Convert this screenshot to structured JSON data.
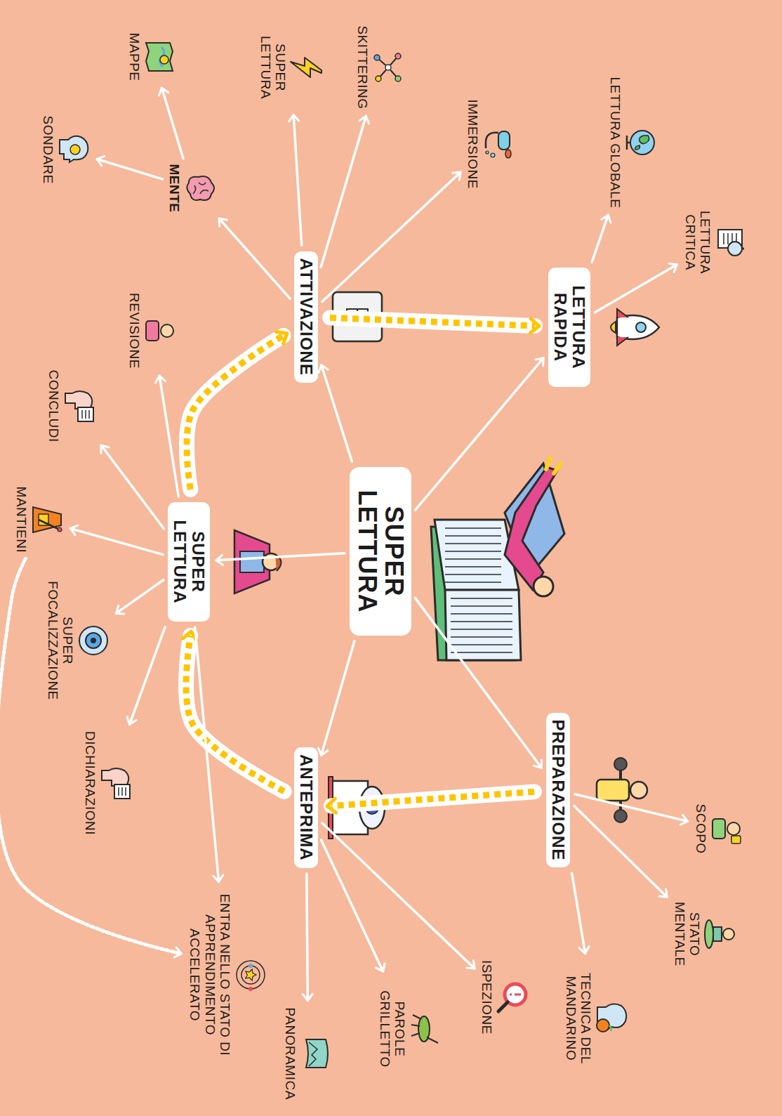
{
  "diagram": {
    "nodes": [
      {
        "text": [
          "SUPER LETTURA"
        ]
      },
      {
        "text": [
          "LETTURA RAPIDA"
        ]
      },
      {
        "text": [
          "LETTURA GLOBALE"
        ]
      },
      {
        "text": [
          "LETTURA CRITICA"
        ]
      },
      {
        "text": [
          "ATTIVAZIONE"
        ]
      },
      {
        "text": [
          "IMMERSIONE"
        ]
      },
      {
        "text": [
          "SKITTERING"
        ]
      },
      {
        "text": [
          "SUPER LETTURA"
        ]
      },
      {
        "text": [
          "MENTE"
        ]
      },
      {
        "text": [
          "MAPPE"
        ]
      },
      {
        "text": [
          "SONDARE"
        ]
      },
      {
        "text": [
          "SUPER LETTURA"
        ]
      },
      {
        "text": [
          "REVISIONE"
        ]
      },
      {
        "text": [
          "CONCLUDI"
        ]
      },
      {
        "text": [
          "MANTIENI"
        ]
      },
      {
        "text": [
          "SUPER FOCALIZZAZIONE"
        ]
      },
      {
        "text": [
          "DICHIARAZIONI"
        ]
      },
      {
        "text": [
          "ENTRA NELLO STATO DI APPRENDIMENTO ACCELERATO"
        ]
      },
      {
        "text": [
          "ANTEPRIMA"
        ]
      },
      {
        "text": [
          "PANORAMICA"
        ]
      },
      {
        "text": [
          "PAROLE GRILLETTO"
        ]
      },
      {
        "text": [
          "ISPEZIONE"
        ]
      },
      {
        "text": [
          "PREPARAZIONE"
        ]
      },
      {
        "text": [
          "SCOPO"
        ]
      },
      {
        "text": [
          "STATO MENTALE"
        ]
      },
      {
        "text": [
          "TECNICA DEL MANDARINO"
        ]
      }
    ],
    "edges": [
      {
        "from": 0,
        "to": 1,
        "arrow": "to"
      },
      {
        "from": 0,
        "to": 4,
        "arrow": "to"
      },
      {
        "from": 0,
        "to": 11,
        "arrow": "to"
      },
      {
        "from": 0,
        "to": 18,
        "arrow": "to"
      },
      {
        "from": 0,
        "to": 22,
        "arrow": "to"
      },
      {
        "from": 22,
        "to": 18,
        "arrow": "to"
      },
      {
        "from": 18,
        "to": 11,
        "arrow": "to"
      },
      {
        "from": 11,
        "to": 4,
        "arrow": "to"
      },
      {
        "from": 4,
        "to": 1,
        "arrow": "to"
      },
      {
        "from": 1,
        "to": 2,
        "arrow": "to"
      },
      {
        "from": 1,
        "to": 3,
        "arrow": "to"
      },
      {
        "from": 4,
        "to": 5,
        "arrow": "to"
      },
      {
        "from": 4,
        "to": 6,
        "arrow": "to"
      },
      {
        "from": 4,
        "to": 7,
        "arrow": "to"
      },
      {
        "from": 4,
        "to": 8,
        "arrow": "to"
      },
      {
        "from": 8,
        "to": 9,
        "arrow": "to"
      },
      {
        "from": 8,
        "to": 10,
        "arrow": "to"
      },
      {
        "from": 11,
        "to": 12,
        "arrow": "to"
      },
      {
        "from": 11,
        "to": 13,
        "arrow": "to"
      },
      {
        "from": 11,
        "to": 14,
        "arrow": "to"
      },
      {
        "from": 11,
        "to": 15,
        "arrow": "to"
      },
      {
        "from": 11,
        "to": 16,
        "arrow": "to"
      },
      {
        "from": 11,
        "to": 17,
        "arrow": "to"
      },
      {
        "from": 18,
        "to": 19,
        "arrow": "to"
      },
      {
        "from": 18,
        "to": 20,
        "arrow": "to"
      },
      {
        "from": 18,
        "to": 21,
        "arrow": "to"
      },
      {
        "from": 22,
        "to": 23,
        "arrow": "to"
      },
      {
        "from": 22,
        "to": 24,
        "arrow": "to"
      },
      {
        "from": 22,
        "to": 25,
        "arrow": "to"
      },
      {
        "from": 14,
        "to": 17,
        "arrow": "to"
      }
    ]
  }
}
